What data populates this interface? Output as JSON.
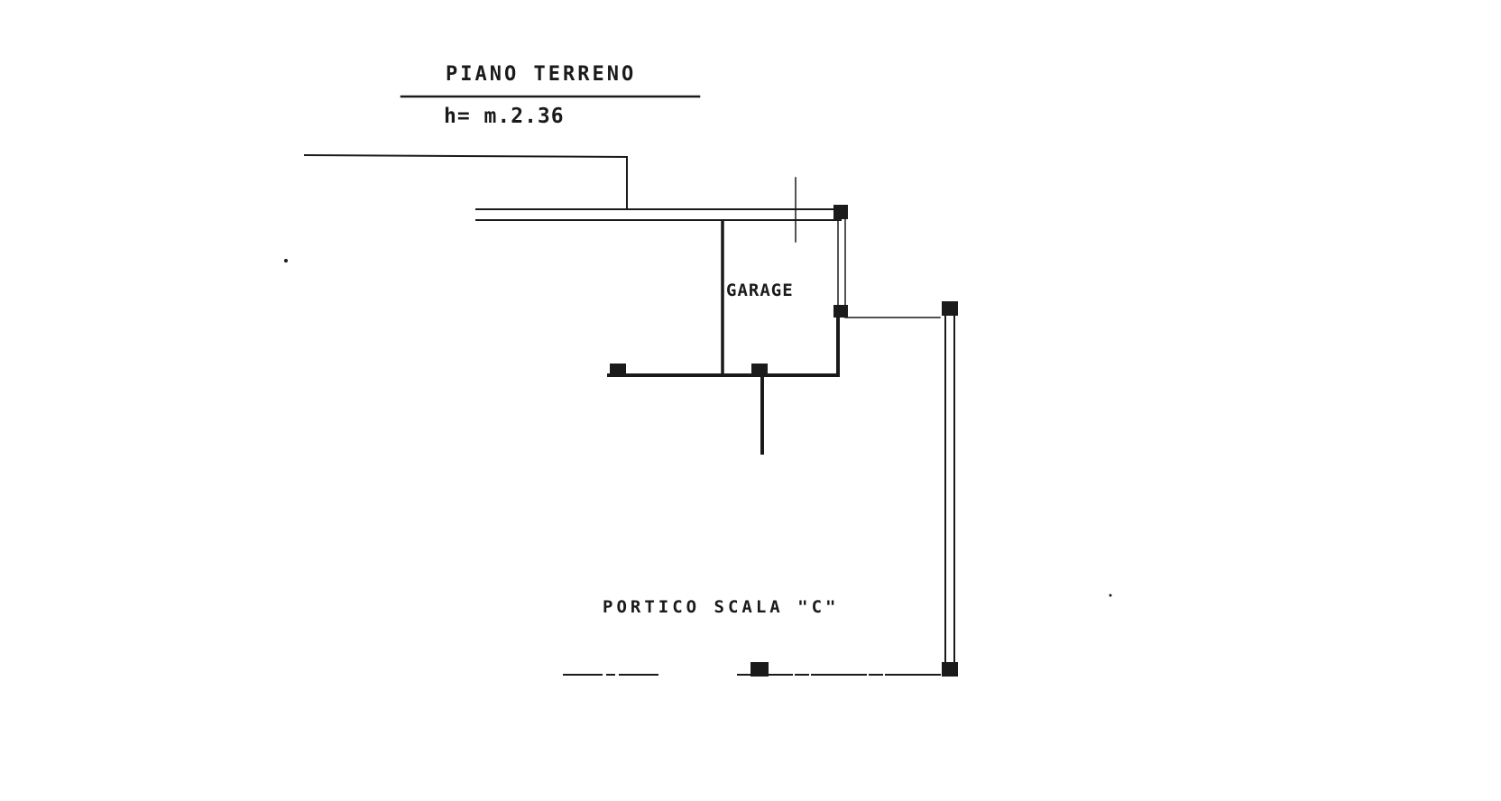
{
  "drawing": {
    "title": "PIANO TERRENO",
    "height_note": "h= m.2.36",
    "rooms": {
      "garage": "GARAGE",
      "portico": "PORTICO SCALA \"C\""
    },
    "colors": {
      "ink": "#1a1a1a",
      "paper": "#ffffff"
    }
  }
}
